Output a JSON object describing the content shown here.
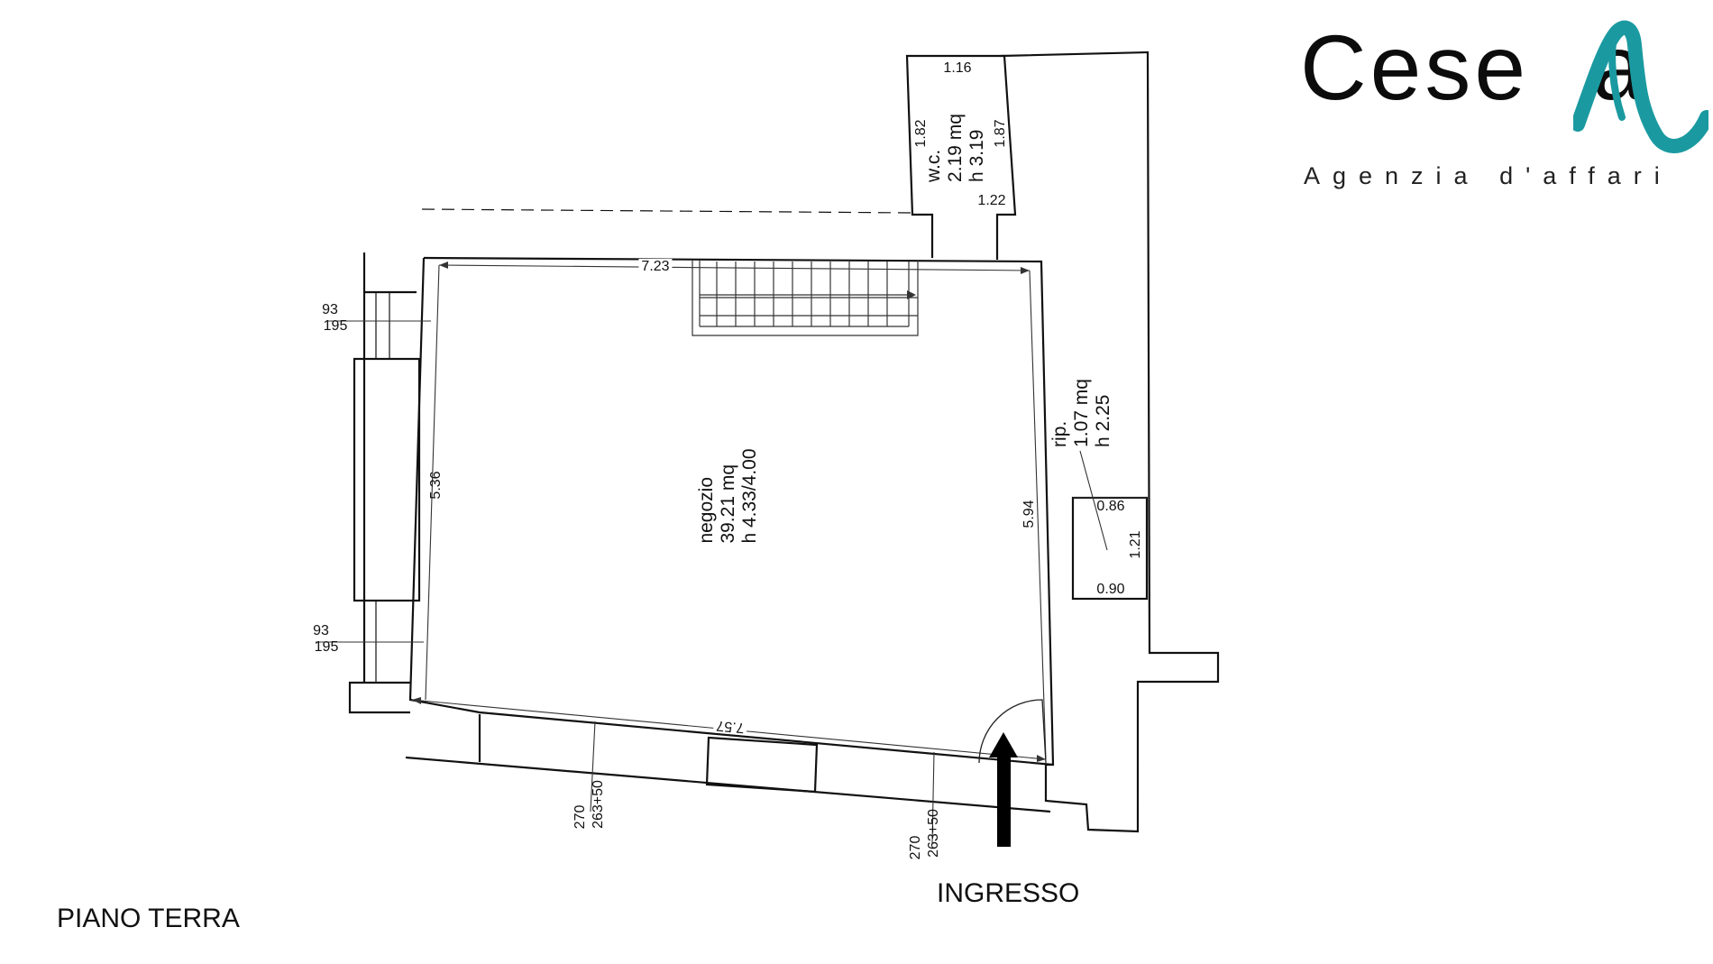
{
  "brand": {
    "name_prefix": "Cese",
    "name_suffix": "a",
    "subtitle": "Agenzia d'affari",
    "accent_color": "#1a9aa0",
    "mark_icon": "teal-wave-n-logo"
  },
  "rooms": {
    "negozio": {
      "name": "negozio",
      "area": "39.21 mq",
      "height": "h 4.33/4.00"
    },
    "wc": {
      "name": "w.c.",
      "area": "2.19 mq",
      "height": "h 3.19"
    },
    "rip": {
      "name": "rip.",
      "area": "1.07 mq",
      "height": "h 2.25"
    }
  },
  "dimensions": {
    "negozio_top": "7.23",
    "negozio_bottom": "7.57",
    "negozio_left": "5.36",
    "negozio_right": "5.94",
    "wc_top": "1.16",
    "wc_bottom": "1.22",
    "wc_left": "1.82",
    "wc_right": "1.87",
    "rip_top": "0.86",
    "rip_bottom": "0.90",
    "rip_side": "1.21",
    "window_upper_a": "93",
    "window_upper_b": "195",
    "window_lower_a": "93",
    "window_lower_b": "195",
    "door_left_a": "270",
    "door_left_b": "263+50",
    "door_right_a": "270",
    "door_right_b": "263+50"
  },
  "labels": {
    "entrance": "INGRESSO",
    "floor": "PIANO TERRA"
  }
}
